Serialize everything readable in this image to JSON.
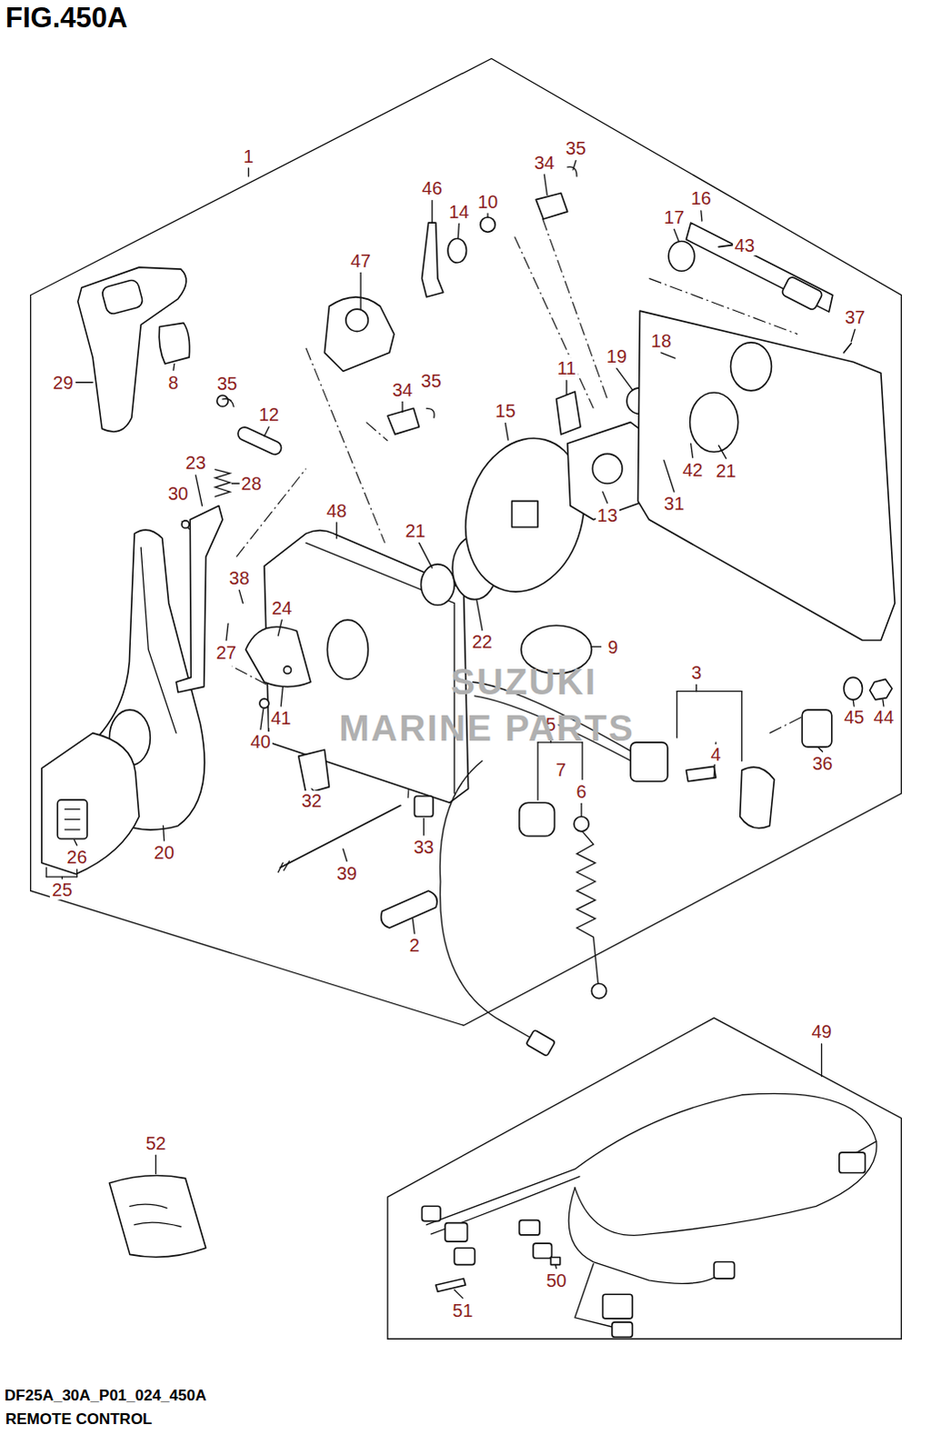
{
  "diagram": {
    "title": "FIG.450A",
    "caption": "REMOTE CONTROL",
    "labels": [
      "1",
      "35",
      "34",
      "10",
      "16",
      "46",
      "14",
      "17",
      "43",
      "47",
      "37",
      "18",
      "19",
      "11",
      "35",
      "34",
      "29",
      "8",
      "35",
      "15",
      "12",
      "23",
      "28",
      "48",
      "30",
      "42",
      "21",
      "31",
      "13",
      "21",
      "38",
      "24",
      "22",
      "9",
      "27",
      "3",
      "44",
      "45",
      "41",
      "5",
      "40",
      "4",
      "36",
      "7",
      "6",
      "32",
      "33",
      "20",
      "26",
      "39",
      "25",
      "2",
      "49",
      "52",
      "50",
      "51",
      "SUZUKI",
      "MARINE PARTS",
      "DF25A_30A_P01_024_450A"
    ]
  }
}
